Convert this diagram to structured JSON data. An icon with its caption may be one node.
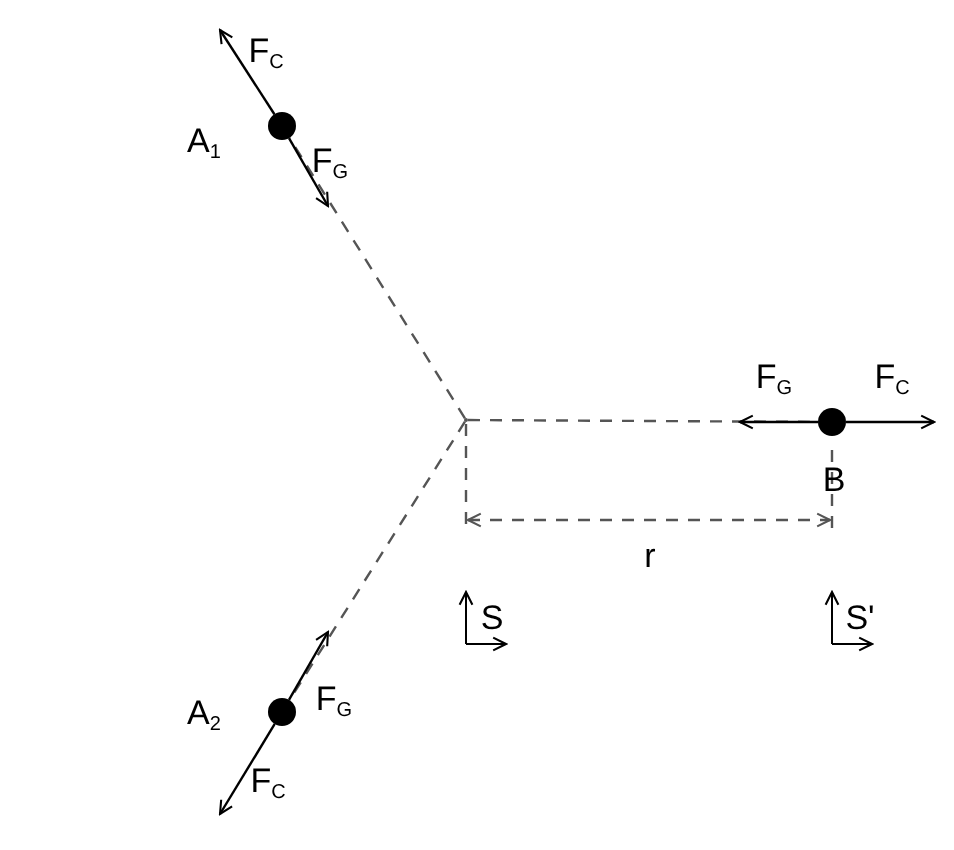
{
  "diagram": {
    "nodes": [
      {
        "text": [],
        "shape": "point"
      },
      {
        "text": [],
        "shape": "circle",
        "beside": [
          "A$_{1}$"
        ]
      },
      {
        "text": [],
        "shape": "circle",
        "beside": [
          "B"
        ]
      },
      {
        "text": [],
        "shape": "circle",
        "beside": [
          "A$_{2}$"
        ]
      }
    ],
    "edges": [
      {
        "from": 0,
        "to": 1,
        "arrow": "none",
        "style": "dashed",
        "color": "#555555"
      },
      {
        "from": 0,
        "to": 2,
        "arrow": "none",
        "style": "dashed",
        "color": "#555555"
      },
      {
        "from": 0,
        "to": 3,
        "arrow": "none",
        "style": "dashed",
        "color": "#555555"
      },
      {
        "from": 1,
        "to": null,
        "arrow": "to",
        "label": "F$_{C}$"
      },
      {
        "from": 1,
        "to": null,
        "arrow": "to",
        "label": "F$_{G}$"
      },
      {
        "from": 2,
        "to": null,
        "arrow": "to",
        "label": "F$_{G}$"
      },
      {
        "from": 2,
        "to": null,
        "arrow": "to",
        "label": "F$_{C}$"
      },
      {
        "from": 3,
        "to": null,
        "arrow": "to",
        "label": "F$_{G}$"
      },
      {
        "from": 3,
        "to": null,
        "arrow": "to",
        "label": "F$_{C}$"
      }
    ],
    "labels": [
      "r",
      "S",
      "S'"
    ]
  }
}
